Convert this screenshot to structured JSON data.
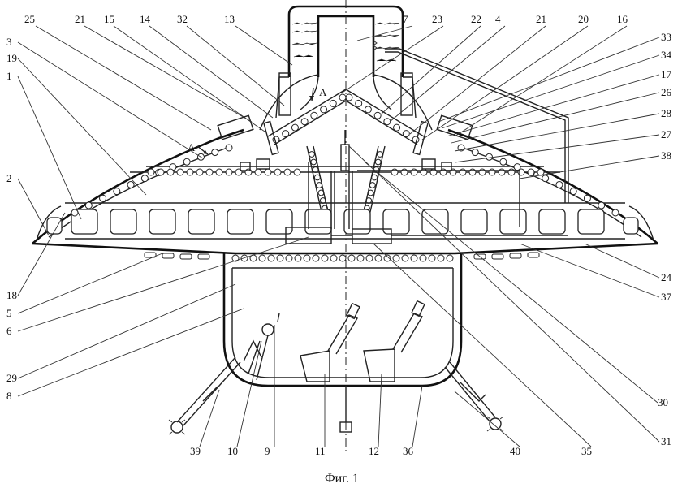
{
  "figure": {
    "caption": "Фиг. 1",
    "section_mark": "A",
    "labels_top": [
      "25",
      "21",
      "15",
      "14",
      "32",
      "13",
      "7",
      "23",
      "22",
      "4",
      "21",
      "20",
      "16"
    ],
    "labels_left": [
      "3",
      "19",
      "1",
      "2",
      "18",
      "5",
      "6",
      "29",
      "8"
    ],
    "labels_right": [
      "33",
      "34",
      "17",
      "26",
      "28",
      "27",
      "38",
      "24",
      "37",
      "30",
      "31"
    ],
    "labels_bottom": [
      "39",
      "10",
      "9",
      "11",
      "12",
      "36",
      "40",
      "35"
    ]
  }
}
